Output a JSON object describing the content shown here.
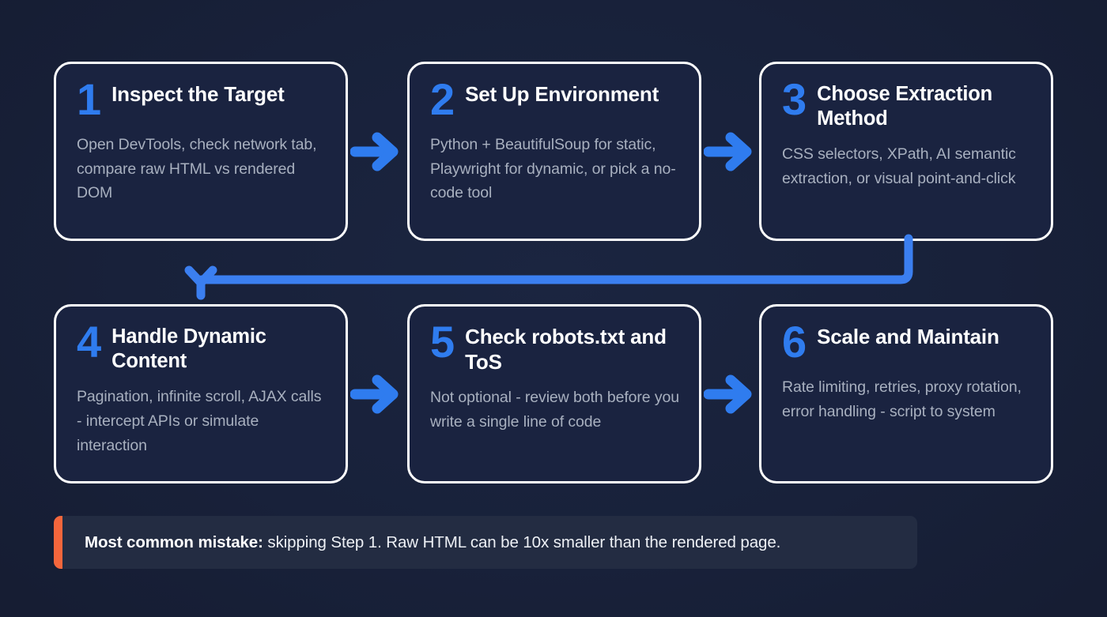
{
  "theme": {
    "page_background": "#18213a",
    "card_background": "#1a2340",
    "card_border": "#ffffff",
    "accent_blue": "#2f7cef",
    "accent_orange": "#f4663c",
    "title_color": "#ffffff",
    "body_color": "#a8b0bf"
  },
  "steps": [
    {
      "number": "1",
      "title": "Inspect the Target",
      "body": "Open DevTools, check network tab, compare raw HTML vs rendered DOM"
    },
    {
      "number": "2",
      "title": "Set Up Environment",
      "body": "Python + BeautifulSoup for static, Playwright for dynamic, or pick a no-code tool"
    },
    {
      "number": "3",
      "title": "Choose Extraction Method",
      "body": "CSS selectors, XPath, AI semantic extraction, or visual point-and-click"
    },
    {
      "number": "4",
      "title": "Handle Dynamic Content",
      "body": "Pagination, infinite scroll, AJAX calls - intercept APIs or simulate interaction"
    },
    {
      "number": "5",
      "title": "Check robots.txt and ToS",
      "body": "Not optional - review both before you write a single line of code"
    },
    {
      "number": "6",
      "title": "Scale and Maintain",
      "body": "Rate limiting, retries, proxy rotation, error handling - script to system"
    }
  ],
  "connectors": [
    {
      "name": "arrow-step-1-to-2",
      "icon": "arrow-right-icon"
    },
    {
      "name": "arrow-step-2-to-3",
      "icon": "arrow-right-icon"
    },
    {
      "name": "arrow-step-3-to-4",
      "icon": "arrow-wrap-down-left-icon"
    },
    {
      "name": "arrow-step-4-to-5",
      "icon": "arrow-right-icon"
    },
    {
      "name": "arrow-step-5-to-6",
      "icon": "arrow-right-icon"
    }
  ],
  "callout": {
    "label": "Most common mistake:",
    "text": " skipping Step 1. Raw HTML can be 10x smaller than the rendered page.",
    "accent_color": "#f4663c"
  }
}
